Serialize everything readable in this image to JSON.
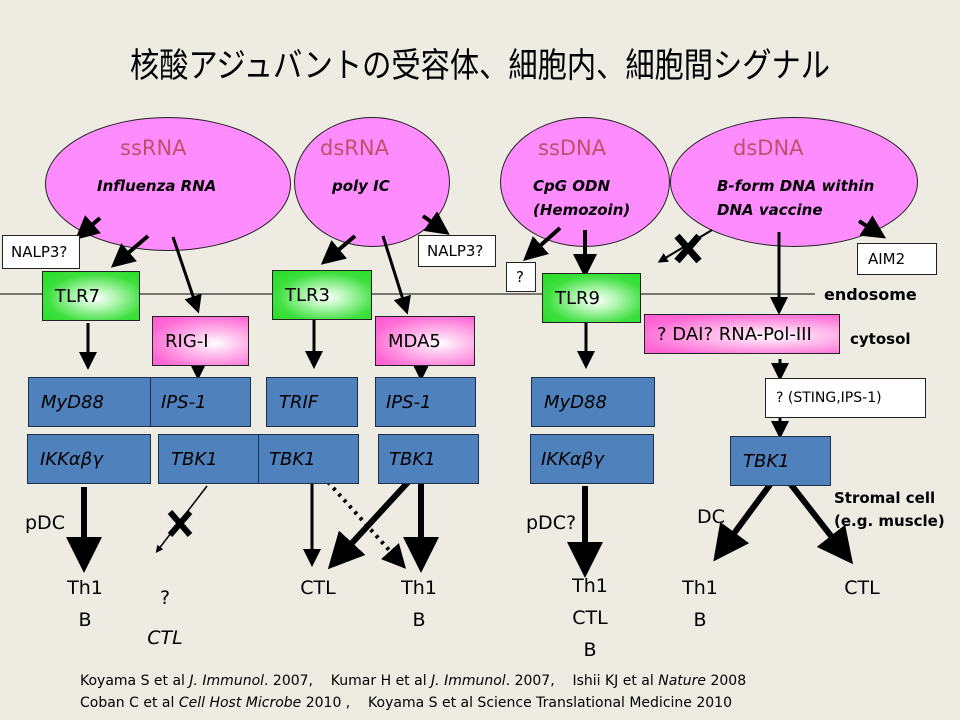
{
  "title": "核酸アジュバントの受容体、細胞内、細胞間シグナル",
  "ligands": [
    {
      "class": "ssRNA",
      "example": "Influenza RNA"
    },
    {
      "class": "dsRNA",
      "example": "poly IC"
    },
    {
      "class": "ssDNA",
      "example": "CpG ODN",
      "example2": "(Hemozoin)"
    },
    {
      "class": "dsDNA",
      "example": "B-form DNA within",
      "example2": "DNA vaccine"
    }
  ],
  "side_boxes": {
    "nalp3_left": "NALP3?",
    "nalp3_right": "NALP3?",
    "unknown_ssdna": "?",
    "aim2": "AIM2",
    "sting": "?  (STING,IPS-1)"
  },
  "receptors": {
    "tlr7": "TLR7",
    "tlr3": "TLR3",
    "tlr9": "TLR9",
    "rig_i": "RIG-I",
    "mda5": "MDA5",
    "dai": "? DAI? RNA-Pol-III"
  },
  "compartments": {
    "endosome": "endosome",
    "cytosol": "cytosol"
  },
  "adaptors": {
    "myd88_a": "MyD88",
    "ips1_a": "IPS-1",
    "trif": "TRIF",
    "ips1_b": "IPS-1",
    "myd88_b": "MyD88"
  },
  "kinases": {
    "ikk_a": "IKKαβγ",
    "tbk1_a": "TBK1",
    "tbk1_b": "TBK1",
    "tbk1_c": "TBK1",
    "ikk_b": "IKKαβγ",
    "tbk1_d": "TBK1"
  },
  "cell_labels": {
    "pdc": "pDC",
    "pdc_q": "pDC?",
    "dc": "DC",
    "stromal1": "Stromal cell",
    "stromal2": "(e.g. muscle)"
  },
  "outcomes": {
    "o1_line1": "Th1",
    "o1_line2": "B",
    "o2_line1": "?",
    "o2_line2": "CTL",
    "o3_line1": "CTL",
    "o4_line1": "Th1",
    "o4_line2": "B",
    "o5_line1": "Th1",
    "o5_line2": "CTL",
    "o5_line3": "B",
    "o6_line1": "Th1",
    "o6_line2": "B",
    "o7_line1": "CTL"
  },
  "references": {
    "line1": [
      {
        "text": "Koyama S et al ",
        "italic": false
      },
      {
        "text": "J. Immunol",
        "italic": true
      },
      {
        "text": ". 2007,    Kumar H et al ",
        "italic": false
      },
      {
        "text": "J. Immunol",
        "italic": true
      },
      {
        "text": ". 2007,    Ishii KJ et al ",
        "italic": false
      },
      {
        "text": "Nature",
        "italic": true
      },
      {
        "text": " 2008",
        "italic": false
      }
    ],
    "line2": [
      {
        "text": "Coban C et al ",
        "italic": false
      },
      {
        "text": "Cell Host Microbe",
        "italic": true
      },
      {
        "text": " 2010 ,    Koyama S et al Science Translational Medicine 2010",
        "italic": false
      }
    ]
  },
  "colors": {
    "background": "#eeebe2",
    "ligand_fill": "#ff8cff",
    "ligand_title": "#c0506a",
    "receptor_green": "#22dd22",
    "receptor_pink": "#ff5acf",
    "signal_blue": "#4f81bd"
  }
}
